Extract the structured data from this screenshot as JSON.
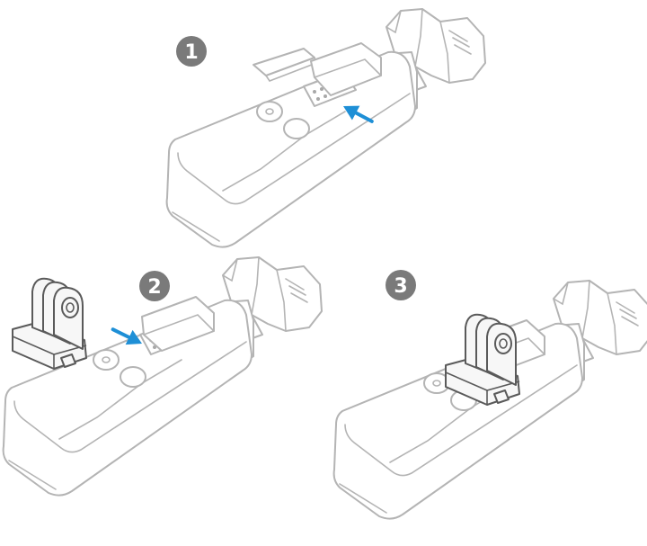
{
  "steps": [
    {
      "number": "1",
      "action": "open-port-cover"
    },
    {
      "number": "2",
      "action": "insert-adapter"
    },
    {
      "number": "3",
      "action": "adapter-attached"
    }
  ],
  "colors": {
    "badge_fill": "#7a7a7a",
    "badge_text": "#ffffff",
    "device_outline": "#b4b4b4",
    "adapter_outline": "#5a5a5a",
    "arrow": "#1e8fd6"
  },
  "icons": [
    "arrow-icon"
  ]
}
